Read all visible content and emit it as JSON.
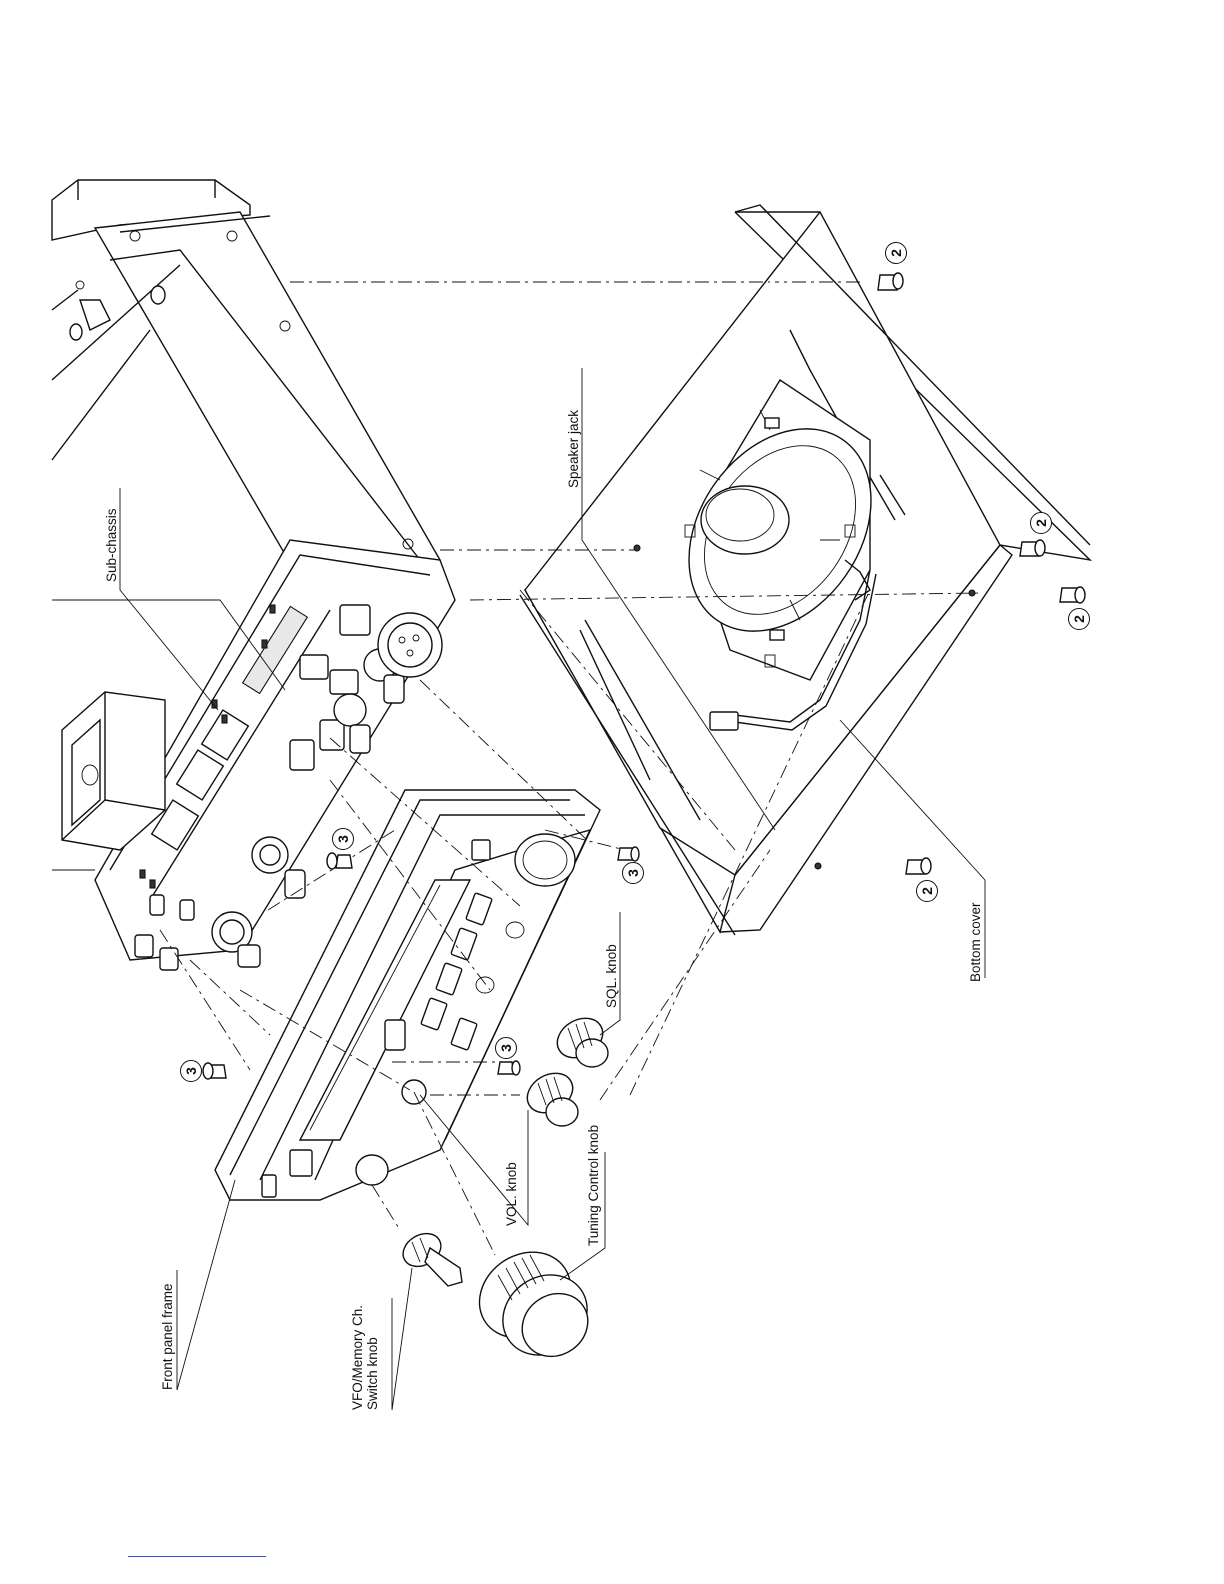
{
  "labels": {
    "sub_chassis": "Sub-chassis",
    "speaker_jack": "Speaker jack",
    "bottom_cover": "Bottom cover",
    "sql_knob": "SQL. knob",
    "vol_knob": "VOL. knob",
    "tuning_control_knob": "Tuning Control knob",
    "front_panel_frame": "Front panel frame",
    "vfo_switch_knob_line1": "VFO/Memory Ch.",
    "vfo_switch_knob_line2": "Switch knob"
  },
  "callouts": {
    "screw_2": "2",
    "screw_3": "3"
  },
  "colors": {
    "ink": "#111111",
    "link_underline": "#2d4fd6"
  }
}
